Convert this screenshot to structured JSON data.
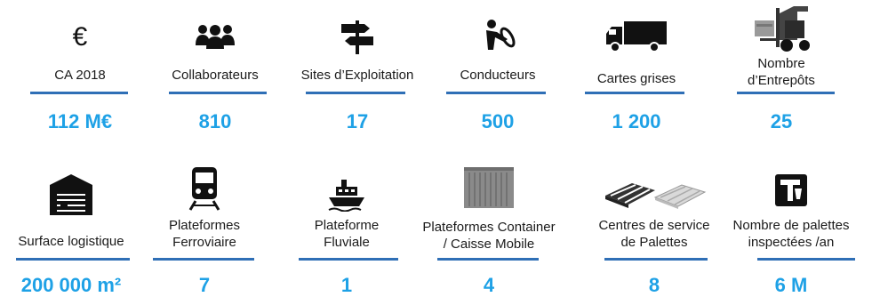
{
  "stats": [
    {
      "icon": "euro-icon",
      "label": "CA 2018",
      "value": "112 M€"
    },
    {
      "icon": "people-group-icon",
      "label": "Collaborateurs",
      "value": "810"
    },
    {
      "icon": "signpost-icon",
      "label": "Sites d’Exploitation",
      "value": "17"
    },
    {
      "icon": "driver-steering-wheel-icon",
      "label": "Conducteurs",
      "value": "500"
    },
    {
      "icon": "truck-icon",
      "label": "Cartes grises",
      "value": "1 200"
    },
    {
      "icon": "forklift-icon",
      "label": "Nombre\nd’Entrepôts",
      "value": "25"
    },
    {
      "icon": "warehouse-icon",
      "label": "Surface logistique",
      "value": "200 000 m²"
    },
    {
      "icon": "train-icon",
      "label": "Plateformes\nFerroviaire",
      "value": "7"
    },
    {
      "icon": "ship-icon",
      "label": "Plateforme\nFluviale",
      "value": "1"
    },
    {
      "icon": "shipping-container-icon",
      "label": "Plateformes Container\n/ Caisse Mobile",
      "value": "4"
    },
    {
      "icon": "pallets-icon",
      "label": "Centres de service\nde Palettes",
      "value": "8"
    },
    {
      "icon": "pallet-inspection-icon",
      "label": "Nombre de palettes\ninspectées /an",
      "value": "6 M"
    }
  ]
}
